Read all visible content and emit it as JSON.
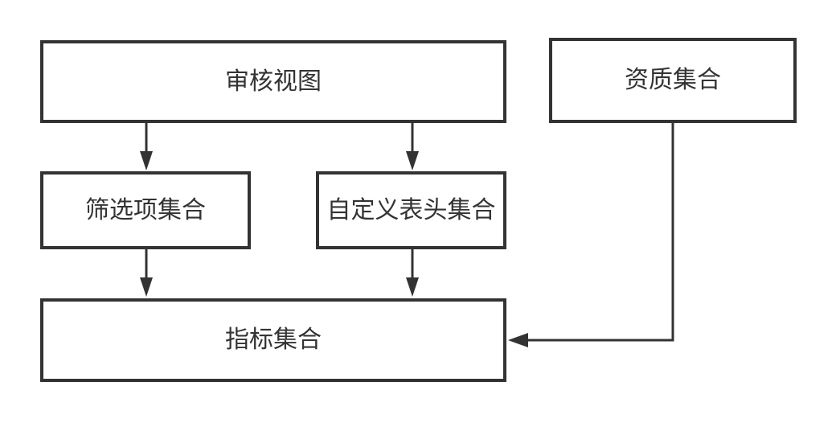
{
  "diagram": {
    "background_color": "#ffffff",
    "node_fill_color": "#ffffff",
    "stroke_color": "#333333",
    "text_color": "#333333",
    "nodes": [
      {
        "id": "review-view",
        "label": "审核视图"
      },
      {
        "id": "qualification-set",
        "label": "资质集合"
      },
      {
        "id": "filter-option-set",
        "label": "筛选项集合"
      },
      {
        "id": "custom-header-set",
        "label": "自定义表头集合"
      },
      {
        "id": "indicator-set",
        "label": "指标集合"
      }
    ],
    "edges": [
      {
        "from": "审核视图",
        "to": "筛选项集合",
        "style": "arrow-down"
      },
      {
        "from": "审核视图",
        "to": "自定义表头集合",
        "style": "arrow-down"
      },
      {
        "from": "筛选项集合",
        "to": "指标集合",
        "style": "arrow-down"
      },
      {
        "from": "自定义表头集合",
        "to": "指标集合",
        "style": "arrow-down"
      },
      {
        "from": "资质集合",
        "to": "指标集合",
        "style": "arrow-elbow-left"
      }
    ]
  }
}
